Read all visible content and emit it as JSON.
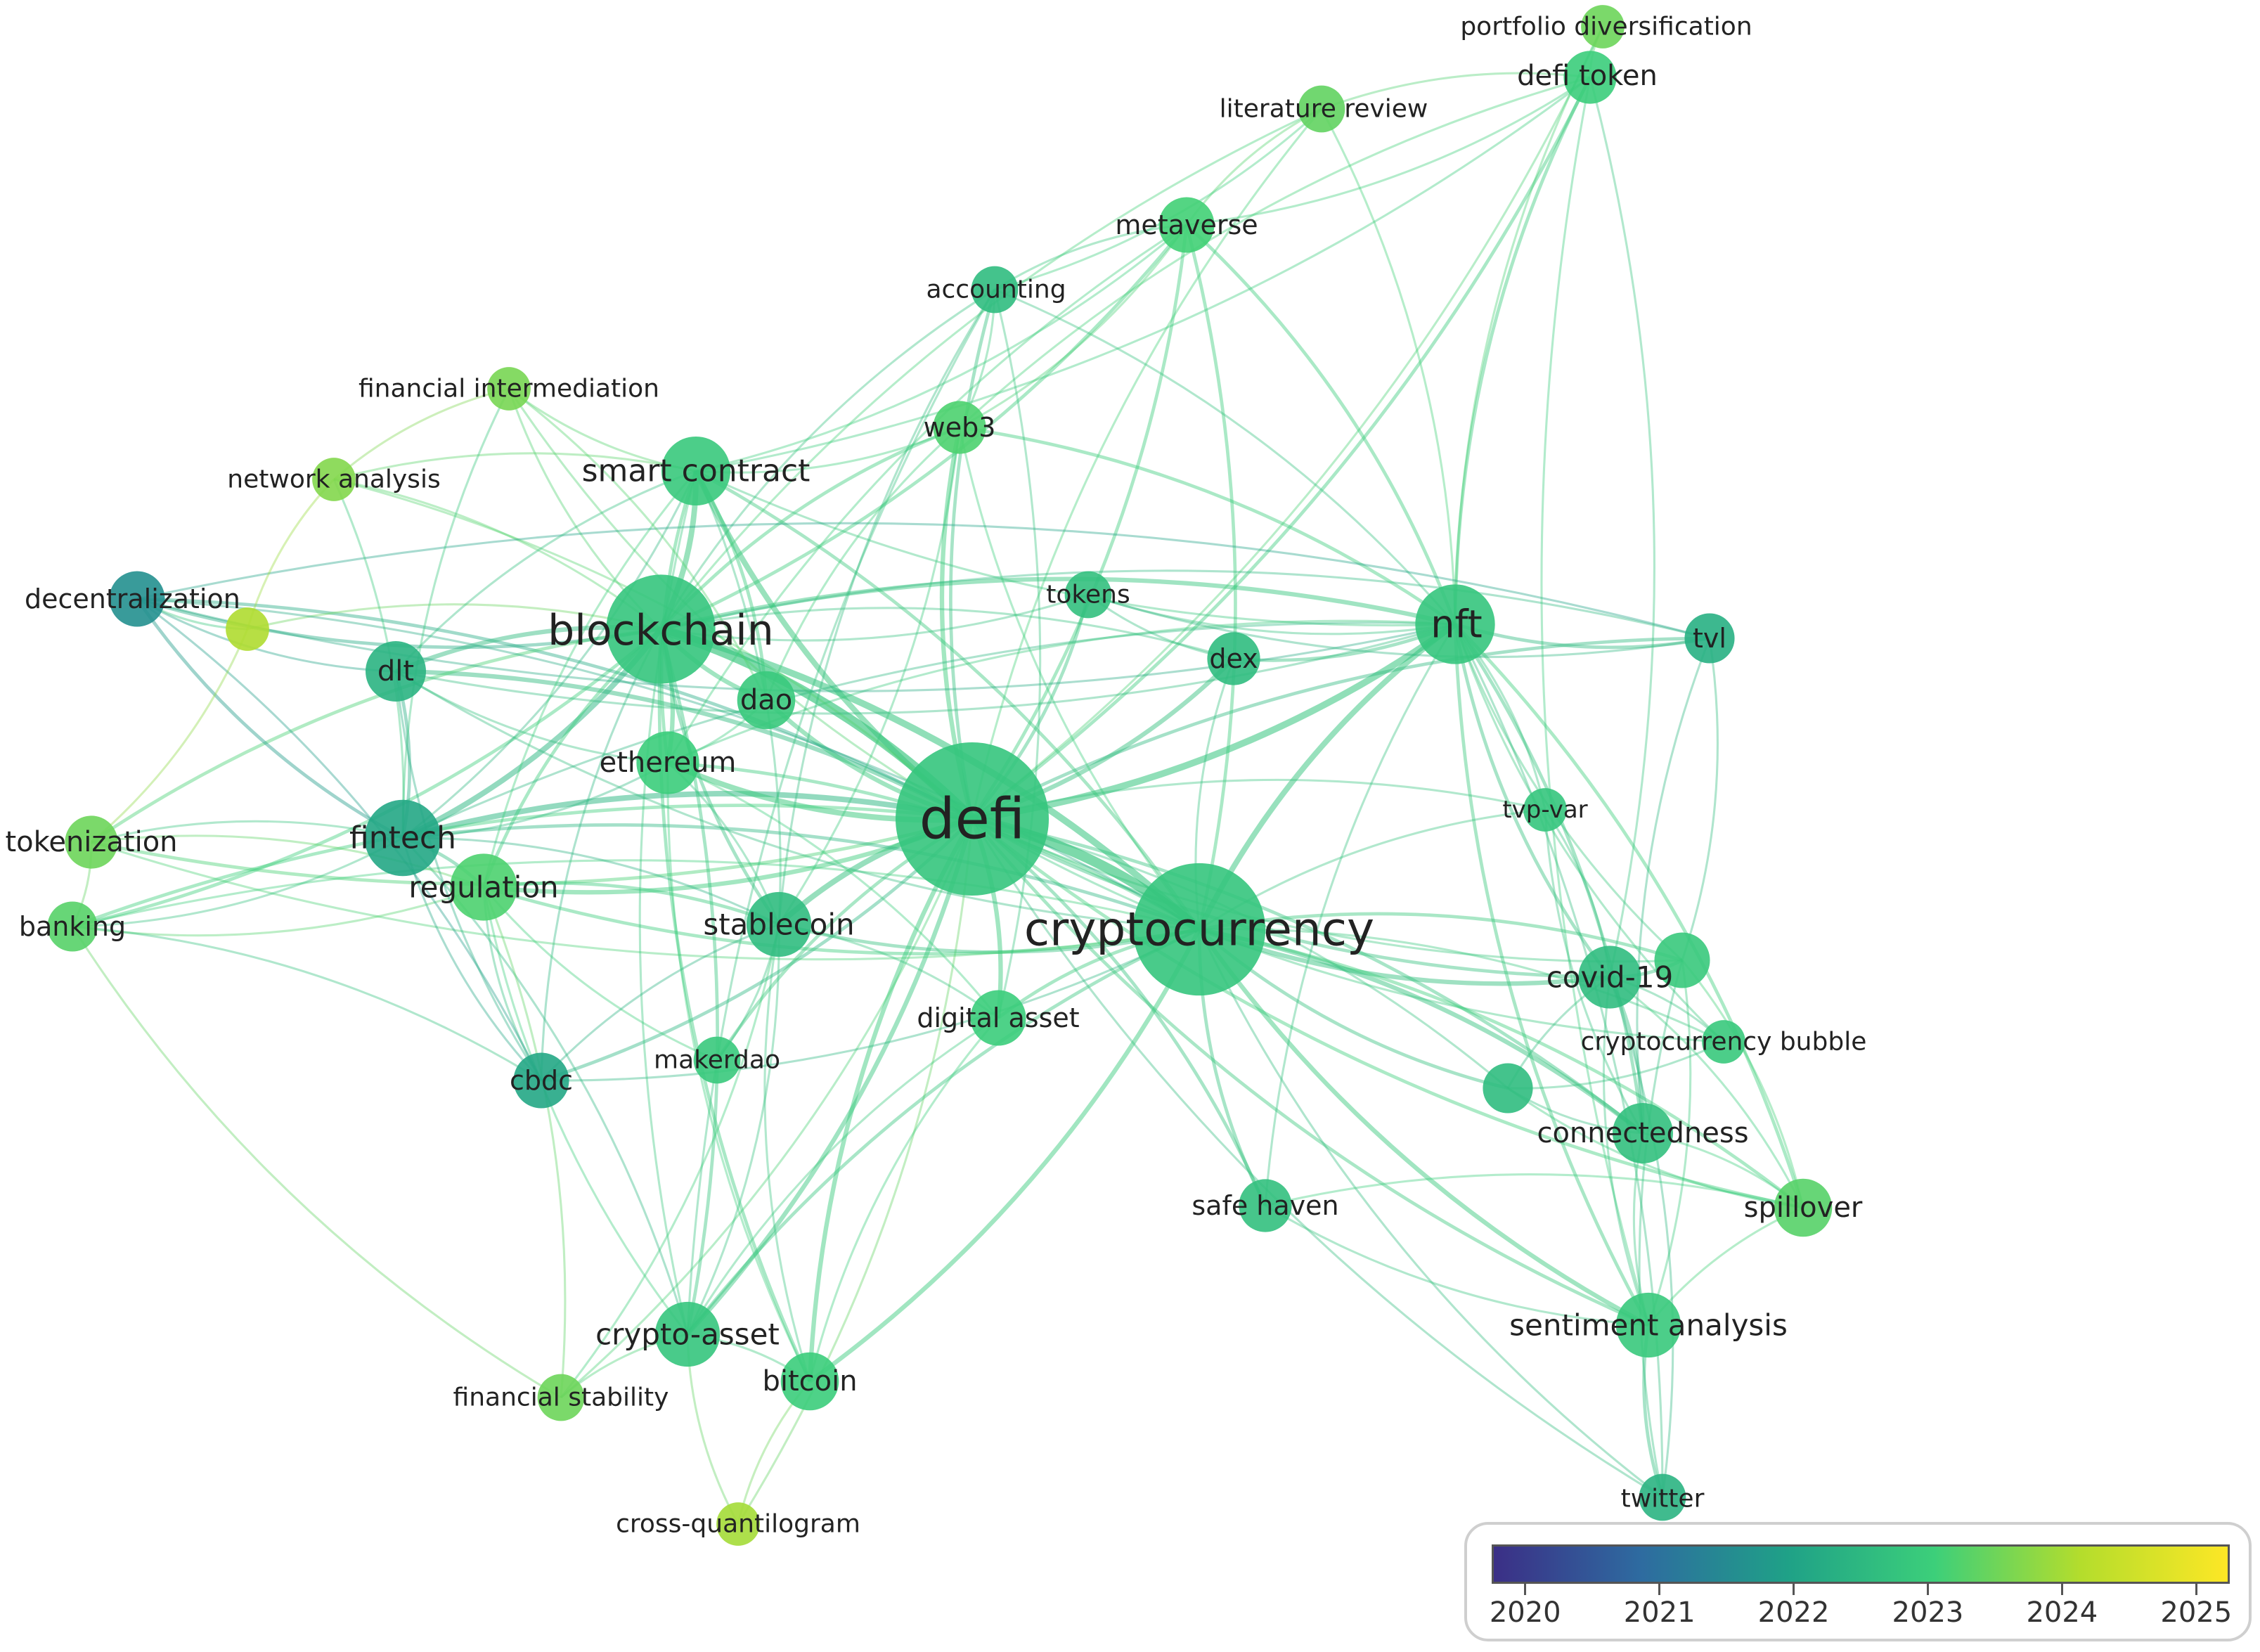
{
  "nodes": [
    {
      "id": "portfolio-diversification",
      "label": "portfolio diversification",
      "weight": 0.4,
      "year": 2023.5,
      "font": 36
    },
    {
      "id": "defi-token",
      "label": "defi token",
      "weight": 0.7,
      "year": 2023.0,
      "font": 40
    },
    {
      "id": "literature-review",
      "label": "literature review",
      "weight": 0.5,
      "year": 2023.4,
      "font": 36
    },
    {
      "id": "metaverse",
      "label": "metaverse",
      "weight": 0.8,
      "year": 2023.1,
      "font": 38
    },
    {
      "id": "accounting",
      "label": "accounting",
      "weight": 0.5,
      "year": 2022.6,
      "font": 36
    },
    {
      "id": "financial-intermediation",
      "label": "financial intermediation",
      "weight": 0.4,
      "year": 2023.6,
      "font": 36
    },
    {
      "id": "web3",
      "label": "web3",
      "weight": 0.7,
      "year": 2023.2,
      "font": 38
    },
    {
      "id": "network-analysis",
      "label": "network analysis",
      "weight": 0.4,
      "year": 2023.7,
      "font": 36
    },
    {
      "id": "smart-contract",
      "label": "smart contract",
      "weight": 1.4,
      "year": 2022.9,
      "font": 44
    },
    {
      "id": "decentralization",
      "label": "decentralization",
      "weight": 0.8,
      "year": 2021.6,
      "font": 38
    },
    {
      "id": "unlabeled-a",
      "label": "",
      "weight": 0.4,
      "year": 2024.1,
      "font": 0
    },
    {
      "id": "blockchain",
      "label": "blockchain",
      "weight": 4.2,
      "year": 2022.8,
      "font": 60
    },
    {
      "id": "tokens",
      "label": "tokens",
      "weight": 0.5,
      "year": 2022.7,
      "font": 36
    },
    {
      "id": "nft",
      "label": "nft",
      "weight": 2.0,
      "year": 2022.8,
      "font": 54
    },
    {
      "id": "tvl",
      "label": "tvl",
      "weight": 0.6,
      "year": 2022.3,
      "font": 38
    },
    {
      "id": "dlt",
      "label": "dlt",
      "weight": 1.0,
      "year": 2022.4,
      "font": 40
    },
    {
      "id": "dex",
      "label": "dex",
      "weight": 0.7,
      "year": 2022.6,
      "font": 38
    },
    {
      "id": "dao",
      "label": "dao",
      "weight": 0.9,
      "year": 2022.9,
      "font": 40
    },
    {
      "id": "ethereum",
      "label": "ethereum",
      "weight": 1.1,
      "year": 2023.0,
      "font": 40
    },
    {
      "id": "defi",
      "label": "defi",
      "weight": 9.0,
      "year": 2022.8,
      "font": 80
    },
    {
      "id": "tvp-var",
      "label": "tvp-var",
      "weight": 0.4,
      "year": 2022.8,
      "font": 34
    },
    {
      "id": "tokenization",
      "label": "tokenization",
      "weight": 0.7,
      "year": 2023.5,
      "font": 40
    },
    {
      "id": "fintech",
      "label": "fintech",
      "weight": 1.8,
      "year": 2022.1,
      "font": 44
    },
    {
      "id": "regulation",
      "label": "regulation",
      "weight": 1.3,
      "year": 2023.2,
      "font": 42
    },
    {
      "id": "banking",
      "label": "banking",
      "weight": 0.6,
      "year": 2023.3,
      "font": 38
    },
    {
      "id": "stablecoin",
      "label": "stablecoin",
      "weight": 1.2,
      "year": 2022.6,
      "font": 42
    },
    {
      "id": "cryptocurrency",
      "label": "cryptocurrency",
      "weight": 6.5,
      "year": 2022.8,
      "font": 66
    },
    {
      "id": "covid-19",
      "label": "covid-19",
      "weight": 1.1,
      "year": 2022.6,
      "font": 42
    },
    {
      "id": "unlabeled-b",
      "label": "",
      "weight": 0.8,
      "year": 2022.9,
      "font": 0
    },
    {
      "id": "digital-asset",
      "label": "digital asset",
      "weight": 0.8,
      "year": 2023.0,
      "font": 38
    },
    {
      "id": "cryptocurrency-bubble",
      "label": "cryptocurrency bubble",
      "weight": 0.4,
      "year": 2022.9,
      "font": 36
    },
    {
      "id": "makerdao",
      "label": "makerdao",
      "weight": 0.5,
      "year": 2022.9,
      "font": 36
    },
    {
      "id": "cbdc",
      "label": "cbdc",
      "weight": 0.8,
      "year": 2022.1,
      "font": 38
    },
    {
      "id": "unlabeled-c",
      "label": "",
      "weight": 0.6,
      "year": 2022.6,
      "font": 0
    },
    {
      "id": "connectedness",
      "label": "connectedness",
      "weight": 1.0,
      "year": 2022.7,
      "font": 40
    },
    {
      "id": "safe-haven",
      "label": "safe haven",
      "weight": 0.7,
      "year": 2022.7,
      "font": 38
    },
    {
      "id": "spillover",
      "label": "spillover",
      "weight": 0.9,
      "year": 2023.3,
      "font": 40
    },
    {
      "id": "sentiment-analysis",
      "label": "sentiment analysis",
      "weight": 1.2,
      "year": 2022.9,
      "font": 42
    },
    {
      "id": "crypto-asset",
      "label": "crypto-asset",
      "weight": 1.2,
      "year": 2022.8,
      "font": 42
    },
    {
      "id": "bitcoin",
      "label": "bitcoin",
      "weight": 0.9,
      "year": 2023.0,
      "font": 40
    },
    {
      "id": "financial-stability",
      "label": "financial stability",
      "weight": 0.5,
      "year": 2023.5,
      "font": 36
    },
    {
      "id": "twitter",
      "label": "twitter",
      "weight": 0.5,
      "year": 2022.4,
      "font": 36
    },
    {
      "id": "cross-quantilogram",
      "label": "cross-quantilogram",
      "weight": 0.4,
      "year": 2024.0,
      "font": 36
    }
  ],
  "edges": [
    [
      "defi",
      "blockchain",
      8
    ],
    [
      "defi",
      "cryptocurrency",
      8
    ],
    [
      "defi",
      "nft",
      5
    ],
    [
      "defi",
      "smart-contract",
      4
    ],
    [
      "defi",
      "fintech",
      4
    ],
    [
      "defi",
      "ethereum",
      4
    ],
    [
      "defi",
      "stablecoin",
      4
    ],
    [
      "defi",
      "regulation",
      3
    ],
    [
      "defi",
      "dlt",
      3
    ],
    [
      "defi",
      "dao",
      3
    ],
    [
      "defi",
      "dex",
      3
    ],
    [
      "defi",
      "web3",
      3
    ],
    [
      "defi",
      "metaverse",
      2
    ],
    [
      "defi",
      "accounting",
      2
    ],
    [
      "defi",
      "tokens",
      2
    ],
    [
      "defi",
      "digital-asset",
      3
    ],
    [
      "defi",
      "covid-19",
      2
    ],
    [
      "defi",
      "connectedness",
      2
    ],
    [
      "defi",
      "sentiment-analysis",
      2
    ],
    [
      "defi",
      "crypto-asset",
      3
    ],
    [
      "defi",
      "bitcoin",
      3
    ],
    [
      "defi",
      "safe-haven",
      2
    ],
    [
      "defi",
      "spillover",
      2
    ],
    [
      "defi",
      "tvl",
      2
    ],
    [
      "defi",
      "decentralization",
      2
    ],
    [
      "defi",
      "tokenization",
      2
    ],
    [
      "defi",
      "banking",
      2
    ],
    [
      "defi",
      "cbdc",
      2
    ],
    [
      "defi",
      "makerdao",
      2
    ],
    [
      "defi",
      "literature-review",
      1
    ],
    [
      "defi",
      "defi-token",
      2
    ],
    [
      "defi",
      "financial-intermediation",
      1
    ],
    [
      "defi",
      "network-analysis",
      1
    ],
    [
      "defi",
      "financial-stability",
      1
    ],
    [
      "defi",
      "twitter",
      1
    ],
    [
      "defi",
      "tvp-var",
      1
    ],
    [
      "defi",
      "unlabeled-b",
      1
    ],
    [
      "defi",
      "unlabeled-c",
      1
    ],
    [
      "defi",
      "cryptocurrency-bubble",
      1
    ],
    [
      "defi",
      "cross-quantilogram",
      1
    ],
    [
      "defi",
      "portfolio-diversification",
      1
    ],
    [
      "blockchain",
      "cryptocurrency",
      5
    ],
    [
      "blockchain",
      "smart-contract",
      4
    ],
    [
      "blockchain",
      "fintech",
      4
    ],
    [
      "blockchain",
      "dlt",
      3
    ],
    [
      "blockchain",
      "ethereum",
      3
    ],
    [
      "blockchain",
      "dao",
      3
    ],
    [
      "blockchain",
      "nft",
      3
    ],
    [
      "blockchain",
      "regulation",
      2
    ],
    [
      "blockchain",
      "decentralization",
      2
    ],
    [
      "blockchain",
      "stablecoin",
      2
    ],
    [
      "blockchain",
      "web3",
      2
    ],
    [
      "blockchain",
      "metaverse",
      2
    ],
    [
      "blockchain",
      "accounting",
      1
    ],
    [
      "blockchain",
      "tokenization",
      2
    ],
    [
      "blockchain",
      "banking",
      2
    ],
    [
      "blockchain",
      "cbdc",
      1
    ],
    [
      "blockchain",
      "crypto-asset",
      2
    ],
    [
      "blockchain",
      "bitcoin",
      2
    ],
    [
      "blockchain",
      "financial-intermediation",
      1
    ],
    [
      "blockchain",
      "network-analysis",
      1
    ],
    [
      "blockchain",
      "tvl",
      1
    ],
    [
      "blockchain",
      "unlabeled-a",
      1
    ],
    [
      "blockchain",
      "dex",
      1
    ],
    [
      "blockchain",
      "tokens",
      1
    ],
    [
      "cryptocurrency",
      "nft",
      4
    ],
    [
      "cryptocurrency",
      "covid-19",
      3
    ],
    [
      "cryptocurrency",
      "connectedness",
      3
    ],
    [
      "cryptocurrency",
      "sentiment-analysis",
      3
    ],
    [
      "cryptocurrency",
      "spillover",
      2
    ],
    [
      "cryptocurrency",
      "safe-haven",
      2
    ],
    [
      "cryptocurrency",
      "bitcoin",
      3
    ],
    [
      "cryptocurrency",
      "crypto-asset",
      2
    ],
    [
      "cryptocurrency",
      "stablecoin",
      2
    ],
    [
      "cryptocurrency",
      "fintech",
      2
    ],
    [
      "cryptocurrency",
      "regulation",
      2
    ],
    [
      "cryptocurrency",
      "digital-asset",
      2
    ],
    [
      "cryptocurrency",
      "unlabeled-b",
      2
    ],
    [
      "cryptocurrency",
      "unlabeled-c",
      2
    ],
    [
      "cryptocurrency",
      "cryptocurrency-bubble",
      1
    ],
    [
      "cryptocurrency",
      "twitter",
      1
    ],
    [
      "cryptocurrency",
      "tvp-var",
      1
    ],
    [
      "cryptocurrency",
      "metaverse",
      2
    ],
    [
      "cryptocurrency",
      "web3",
      1
    ],
    [
      "cryptocurrency",
      "ethereum",
      2
    ],
    [
      "cryptocurrency",
      "dex",
      1
    ],
    [
      "cryptocurrency",
      "smart-contract",
      2
    ],
    [
      "cryptocurrency",
      "tokenization",
      1
    ],
    [
      "cryptocurrency",
      "banking",
      1
    ],
    [
      "cryptocurrency",
      "cbdc",
      1
    ],
    [
      "cryptocurrency",
      "decentralization",
      1
    ],
    [
      "cryptocurrency",
      "dlt",
      1
    ],
    [
      "nft",
      "metaverse",
      2
    ],
    [
      "nft",
      "defi-token",
      2
    ],
    [
      "nft",
      "literature-review",
      1
    ],
    [
      "nft",
      "portfolio-diversification",
      1
    ],
    [
      "nft",
      "tvl",
      2
    ],
    [
      "nft",
      "dex",
      2
    ],
    [
      "nft",
      "covid-19",
      2
    ],
    [
      "nft",
      "connectedness",
      2
    ],
    [
      "nft",
      "sentiment-analysis",
      2
    ],
    [
      "nft",
      "spillover",
      2
    ],
    [
      "nft",
      "unlabeled-b",
      1
    ],
    [
      "nft",
      "tvp-var",
      1
    ],
    [
      "nft",
      "web3",
      2
    ],
    [
      "nft",
      "smart-contract",
      1
    ],
    [
      "nft",
      "fintech",
      1
    ],
    [
      "nft",
      "dlt",
      1
    ],
    [
      "nft",
      "ethereum",
      1
    ],
    [
      "nft",
      "decentralization",
      1
    ],
    [
      "nft",
      "accounting",
      1
    ],
    [
      "nft",
      "tokens",
      1
    ],
    [
      "nft",
      "safe-haven",
      1
    ],
    [
      "nft",
      "twitter",
      1
    ],
    [
      "nft",
      "cryptocurrency-bubble",
      1
    ],
    [
      "covid-19",
      "connectedness",
      2
    ],
    [
      "covid-19",
      "unlabeled-b",
      2
    ],
    [
      "covid-19",
      "spillover",
      1
    ],
    [
      "covid-19",
      "sentiment-analysis",
      1
    ],
    [
      "covid-19",
      "cryptocurrency-bubble",
      1
    ],
    [
      "covid-19",
      "tvp-var",
      1
    ],
    [
      "covid-19",
      "twitter",
      1
    ],
    [
      "covid-19",
      "unlabeled-c",
      1
    ],
    [
      "connectedness",
      "spillover",
      1
    ],
    [
      "connectedness",
      "sentiment-analysis",
      1
    ],
    [
      "connectedness",
      "unlabeled-c",
      1
    ],
    [
      "sentiment-analysis",
      "twitter",
      2
    ],
    [
      "sentiment-analysis",
      "spillover",
      1
    ],
    [
      "sentiment-analysis",
      "unlabeled-b",
      1
    ],
    [
      "tvl",
      "unlabeled-b",
      1
    ],
    [
      "tvl",
      "decentralization",
      1
    ],
    [
      "tvl",
      "tokens",
      1
    ],
    [
      "tvl",
      "connectedness",
      1
    ],
    [
      "defi-token",
      "portfolio-diversification",
      1
    ],
    [
      "defi-token",
      "literature-review",
      1
    ],
    [
      "defi-token",
      "metaverse",
      1
    ],
    [
      "defi-token",
      "sentiment-analysis",
      1
    ],
    [
      "defi-token",
      "covid-19",
      1
    ],
    [
      "defi-token",
      "web3",
      1
    ],
    [
      "defi-token",
      "smart-contract",
      1
    ],
    [
      "literature-review",
      "metaverse",
      1
    ],
    [
      "literature-review",
      "accounting",
      1
    ],
    [
      "literature-review",
      "blockchain",
      1
    ],
    [
      "metaverse",
      "web3",
      1
    ],
    [
      "metaverse",
      "accounting",
      1
    ],
    [
      "metaverse",
      "smart-contract",
      1
    ],
    [
      "metaverse",
      "ethereum",
      1
    ],
    [
      "accounting",
      "web3",
      1
    ],
    [
      "accounting",
      "stablecoin",
      1
    ],
    [
      "accounting",
      "digital-asset",
      1
    ],
    [
      "accounting",
      "crypto-asset",
      1
    ],
    [
      "web3",
      "smart-contract",
      1
    ],
    [
      "web3",
      "dao",
      1
    ],
    [
      "web3",
      "stablecoin",
      1
    ],
    [
      "smart-contract",
      "ethereum",
      2
    ],
    [
      "smart-contract",
      "dao",
      2
    ],
    [
      "smart-contract",
      "dlt",
      1
    ],
    [
      "smart-contract",
      "financial-intermediation",
      1
    ],
    [
      "smart-contract",
      "network-analysis",
      1
    ],
    [
      "smart-contract",
      "fintech",
      1
    ],
    [
      "smart-contract",
      "regulation",
      1
    ],
    [
      "smart-contract",
      "stablecoin",
      1
    ],
    [
      "smart-contract",
      "crypto-asset",
      1
    ],
    [
      "fintech",
      "regulation",
      2
    ],
    [
      "fintech",
      "dlt",
      2
    ],
    [
      "fintech",
      "decentralization",
      2
    ],
    [
      "fintech",
      "tokenization",
      1
    ],
    [
      "fintech",
      "banking",
      1
    ],
    [
      "fintech",
      "cbdc",
      1
    ],
    [
      "fintech",
      "stablecoin",
      1
    ],
    [
      "fintech",
      "ethereum",
      1
    ],
    [
      "fintech",
      "financial-intermediation",
      1
    ],
    [
      "fintech",
      "network-analysis",
      1
    ],
    [
      "fintech",
      "crypto-asset",
      1
    ],
    [
      "regulation",
      "cbdc",
      1
    ],
    [
      "regulation",
      "stablecoin",
      2
    ],
    [
      "regulation",
      "crypto-asset",
      1
    ],
    [
      "regulation",
      "banking",
      1
    ],
    [
      "regulation",
      "tokenization",
      1
    ],
    [
      "regulation",
      "financial-stability",
      1
    ],
    [
      "regulation",
      "makerdao",
      1
    ],
    [
      "stablecoin",
      "makerdao",
      1
    ],
    [
      "stablecoin",
      "cbdc",
      1
    ],
    [
      "stablecoin",
      "crypto-asset",
      1
    ],
    [
      "stablecoin",
      "bitcoin",
      1
    ],
    [
      "stablecoin",
      "digital-asset",
      1
    ],
    [
      "stablecoin",
      "ethereum",
      1
    ],
    [
      "stablecoin",
      "financial-stability",
      1
    ],
    [
      "ethereum",
      "dao",
      1
    ],
    [
      "ethereum",
      "dlt",
      1
    ],
    [
      "ethereum",
      "bitcoin",
      1
    ],
    [
      "ethereum",
      "digital-asset",
      1
    ],
    [
      "crypto-asset",
      "financial-stability",
      1
    ],
    [
      "crypto-asset",
      "bitcoin",
      1
    ],
    [
      "crypto-asset",
      "cross-quantilogram",
      1
    ],
    [
      "crypto-asset",
      "digital-asset",
      1
    ],
    [
      "bitcoin",
      "cross-quantilogram",
      1
    ],
    [
      "bitcoin",
      "digital-asset",
      1
    ],
    [
      "decentralization",
      "dlt",
      1
    ],
    [
      "decentralization",
      "cbdc",
      1
    ],
    [
      "decentralization",
      "unlabeled-a",
      1
    ],
    [
      "tokenization",
      "banking",
      1
    ],
    [
      "tokenization",
      "unlabeled-a",
      1
    ],
    [
      "banking",
      "cbdc",
      1
    ],
    [
      "banking",
      "financial-stability",
      1
    ],
    [
      "network-analysis",
      "financial-intermediation",
      1
    ],
    [
      "network-analysis",
      "unlabeled-a",
      1
    ],
    [
      "financial-intermediation",
      "dao",
      1
    ],
    [
      "dlt",
      "cbdc",
      1
    ],
    [
      "dex",
      "tokens",
      1
    ],
    [
      "safe-haven",
      "sentiment-analysis",
      1
    ],
    [
      "safe-haven",
      "spillover",
      1
    ],
    [
      "tvp-var",
      "connectedness",
      1
    ],
    [
      "cryptocurrency-bubble",
      "unlabeled-c",
      1
    ],
    [
      "unlabeled-b",
      "twitter",
      1
    ],
    [
      "unlabeled-b",
      "spillover",
      1
    ],
    [
      "unlabeled-c",
      "spillover",
      1
    ]
  ],
  "legend": {
    "labels": [
      "2020",
      "2021",
      "2022",
      "2023",
      "2024",
      "2025"
    ],
    "year_min": 2019.75,
    "year_max": 2025.25,
    "colors": [
      "#3b2f86",
      "#2e6ba0",
      "#1fa187",
      "#3ccf7a",
      "#b4dd2c",
      "#fde725"
    ]
  }
}
